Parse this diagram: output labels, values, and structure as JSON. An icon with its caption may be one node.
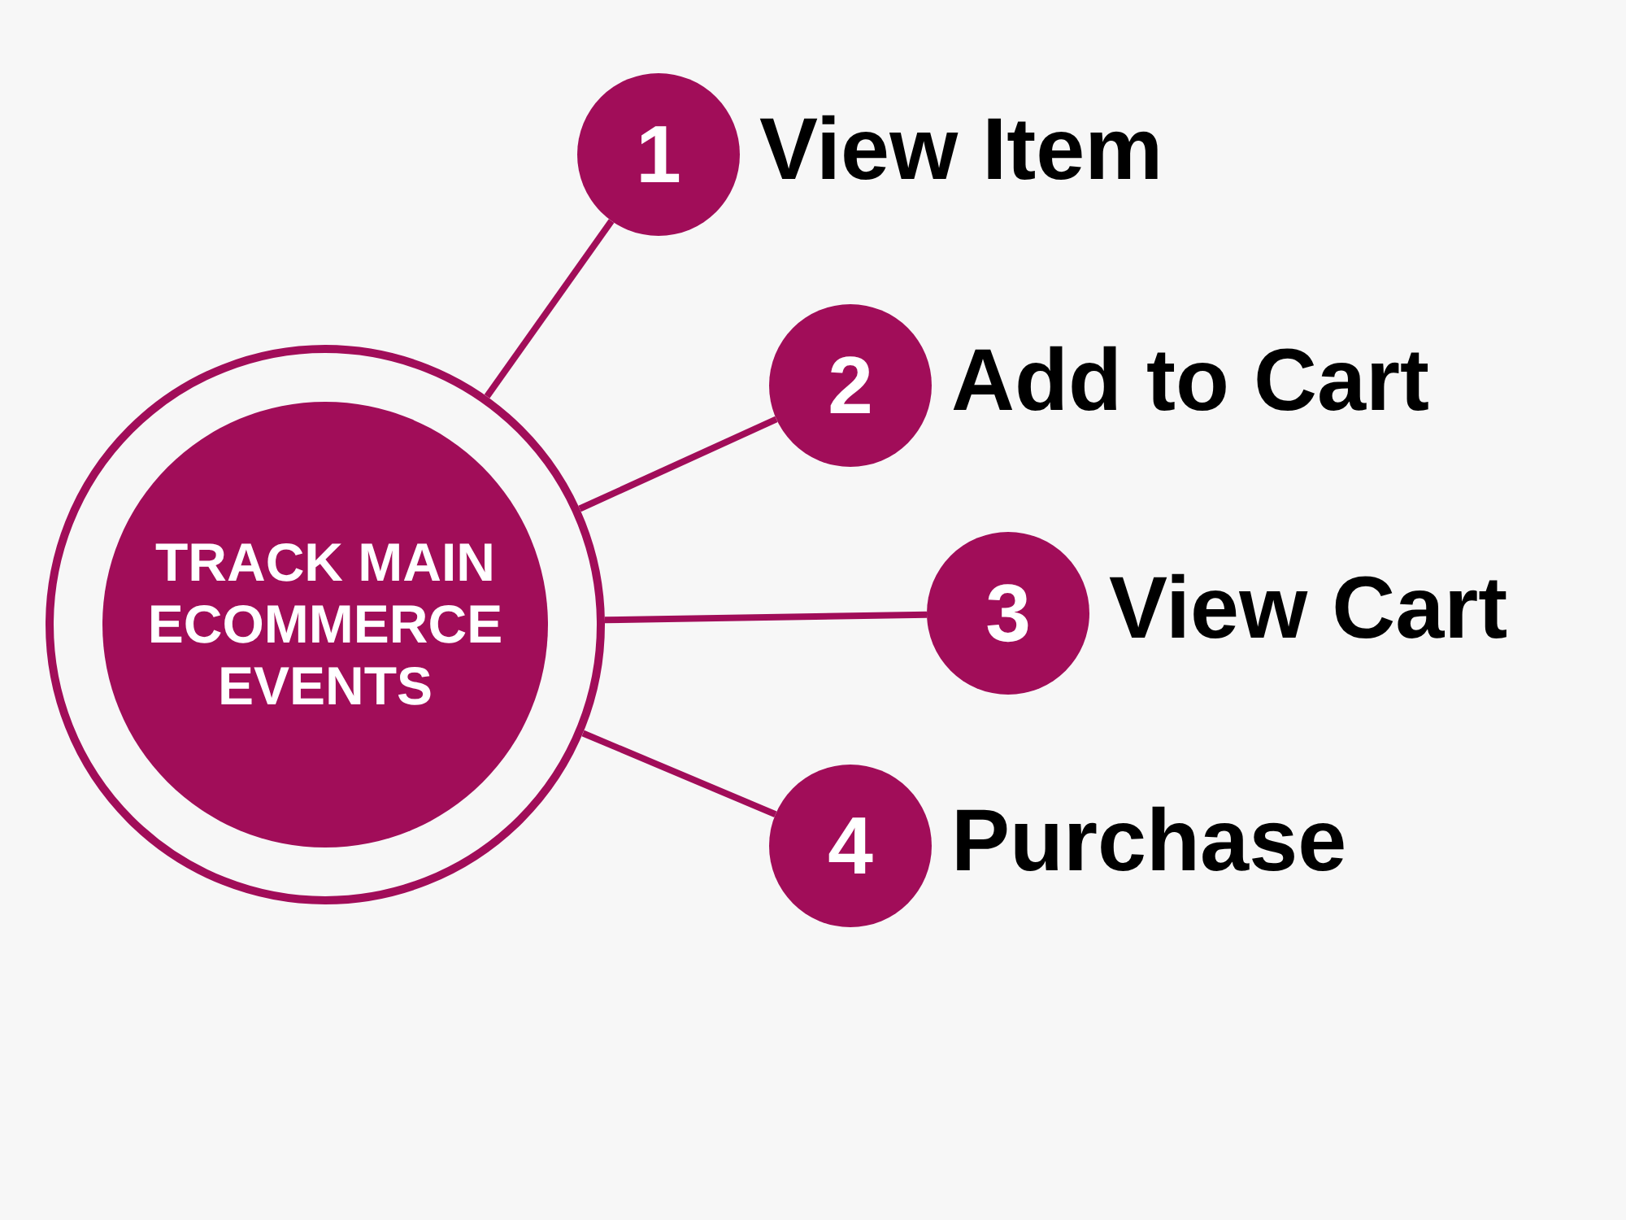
{
  "diagram": {
    "nodes": [
      {
        "text": [
          "TRACK MAIN ECOMMERCE EVENTS"
        ]
      },
      {
        "text": [
          "1"
        ],
        "beside": [
          "View Item"
        ]
      },
      {
        "text": [
          "2"
        ],
        "beside": [
          "Add to Cart"
        ]
      },
      {
        "text": [
          "3"
        ],
        "beside": [
          "View Cart"
        ]
      },
      {
        "text": [
          "4"
        ],
        "beside": [
          "Purchase"
        ]
      }
    ],
    "edges": [
      {
        "from": 0,
        "to": 1,
        "arrow": "none"
      },
      {
        "from": 0,
        "to": 2,
        "arrow": "none"
      },
      {
        "from": 0,
        "to": 3,
        "arrow": "none"
      },
      {
        "from": 0,
        "to": 4,
        "arrow": "none"
      }
    ]
  }
}
